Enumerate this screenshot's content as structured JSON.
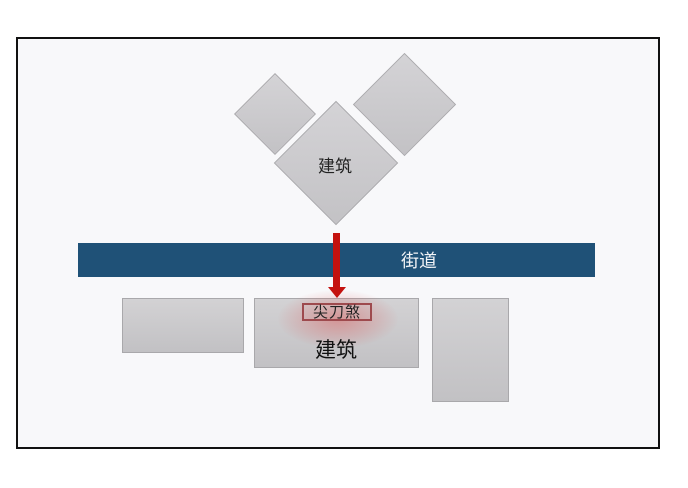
{
  "diagram": {
    "top_building_label": "建筑",
    "street_label": "街道",
    "hazard_label": "尖刀煞",
    "bottom_building_label": "建筑"
  },
  "colors": {
    "street": "#1f5177",
    "arrow": "#c4120f",
    "hazard_border": "#9e4a4e",
    "building_fill": "#c8c7ca",
    "background": "#f8f8fa"
  }
}
